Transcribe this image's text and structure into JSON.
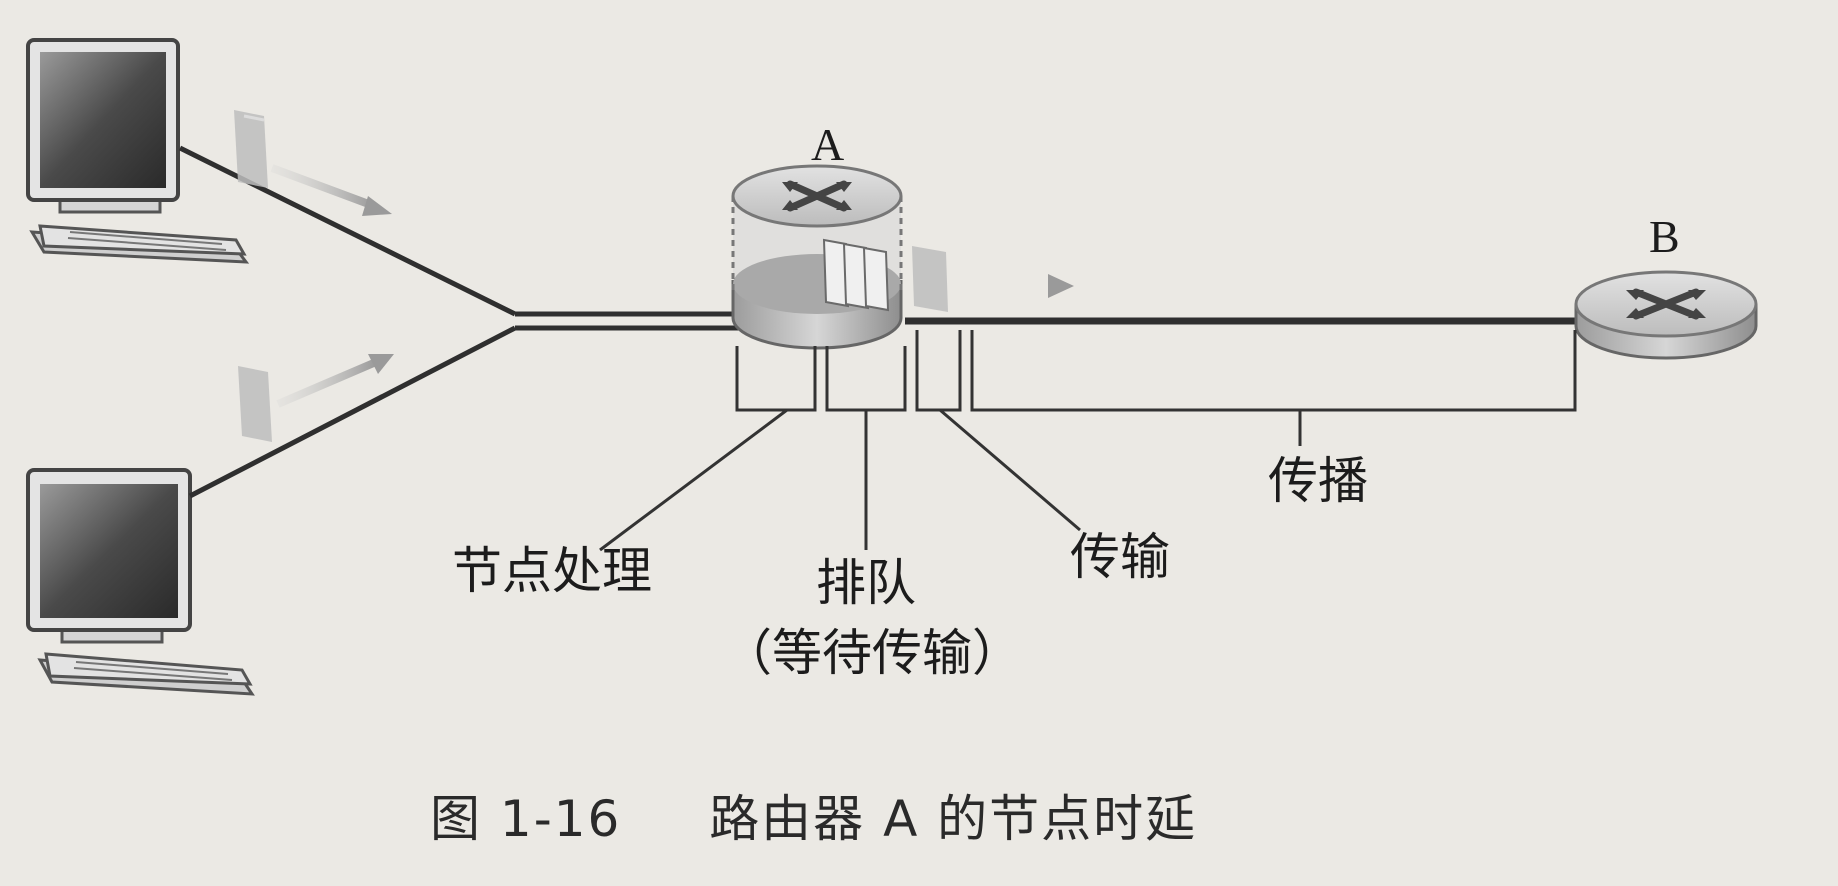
{
  "nodes": {
    "router_a": "A",
    "router_b": "B"
  },
  "delay_labels": {
    "processing": "节点处理",
    "queueing": "排队",
    "queueing_note": "（等待传输）",
    "transmission": "传输",
    "propagation": "传播"
  },
  "caption": {
    "number": "图 1-16",
    "text": "路由器 A 的节点时延"
  },
  "icons": [
    "computer-icon",
    "router-icon",
    "packet-icon",
    "arrow-icon"
  ]
}
